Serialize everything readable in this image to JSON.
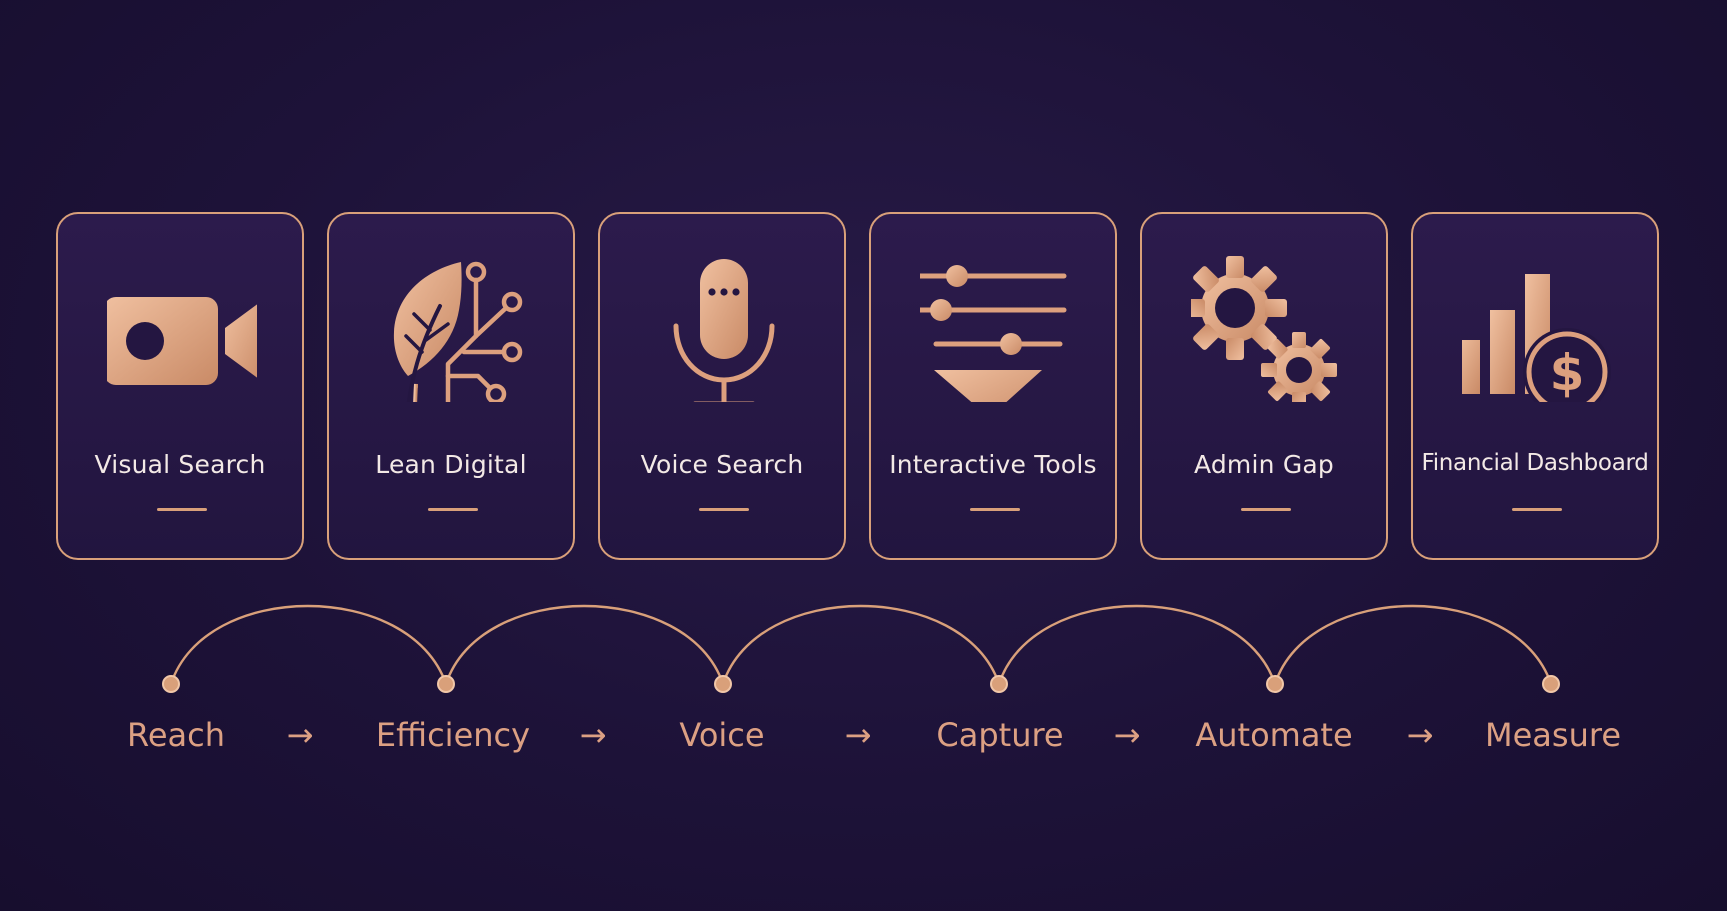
{
  "colors": {
    "background": "#1d1238",
    "card_fill": "#261845",
    "accent": "#d9a07a",
    "card_label": "#f3e9e6",
    "step_label": "#dca083"
  },
  "cards": [
    {
      "label": "Visual Search",
      "icon": "video-camera-icon"
    },
    {
      "label": "Lean Digital",
      "icon": "leaf-circuit-icon"
    },
    {
      "label": "Voice Search",
      "icon": "microphone-icon"
    },
    {
      "label": "Interactive Tools",
      "icon": "sliders-funnel-icon"
    },
    {
      "label": "Admin Gap",
      "icon": "gears-icon"
    },
    {
      "label": "Financial Dashboard",
      "icon": "bar-chart-dollar-icon"
    }
  ],
  "flow": {
    "steps": [
      "Reach",
      "Efficiency",
      "Voice",
      "Capture",
      "Automate",
      "Measure"
    ],
    "arrow": "→"
  }
}
